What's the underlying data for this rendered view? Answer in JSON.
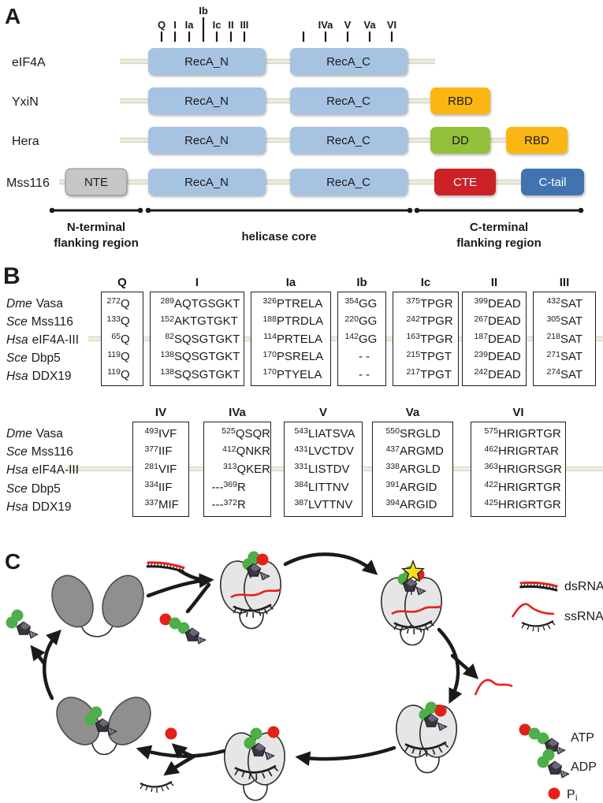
{
  "panels": {
    "a": "A",
    "b": "B",
    "c": "C"
  },
  "colors": {
    "recA": "#a7c3e2",
    "rbd": "#fcb614",
    "dd": "#93c13c",
    "cte": "#cb2127",
    "ctail": "#4173b0",
    "nte": "#c6c6c6",
    "backbone": "#eeeadb",
    "protein_dark": "#8f8f8f",
    "protein_light": "#e6e6e6",
    "atp_green": "#4eae47",
    "atp_red": "#e32119",
    "rna_red": "#e8211d",
    "star_yellow": "#f5e01a"
  },
  "panelA": {
    "ticks_n": {
      "q": "Q",
      "i": "I",
      "ia": "Ia",
      "ib": "Ib",
      "ic": "Ic",
      "ii": "II",
      "iii": "III"
    },
    "ticks_c": {
      "iva": "IVa",
      "v": "V",
      "va": "Va",
      "vi": "VI"
    },
    "rows": [
      {
        "name": "eIF4A",
        "recan": "RecA_N",
        "recac": "RecA_C"
      },
      {
        "name": "YxiN",
        "recan": "RecA_N",
        "recac": "RecA_C",
        "rbd": "RBD"
      },
      {
        "name": "Hera",
        "recan": "RecA_N",
        "recac": "RecA_C",
        "dd": "DD",
        "rbd": "RBD"
      },
      {
        "name": "Mss116",
        "nte": "NTE",
        "recan": "RecA_N",
        "recac": "RecA_C",
        "cte": "CTE",
        "ctail": "C-tail"
      }
    ],
    "brackets": {
      "n1": "N-terminal",
      "n2": "flanking region",
      "core": "helicase core",
      "c1": "C-terminal",
      "c2": "flanking region"
    }
  },
  "panelB": {
    "species": [
      {
        "prefix": "Dme",
        "name": "Vasa"
      },
      {
        "prefix": "Sce",
        "name": "Mss116"
      },
      {
        "prefix": "Hsa",
        "name": "eIF4A-III"
      },
      {
        "prefix": "Sce",
        "name": "Dbp5"
      },
      {
        "prefix": "Hsa",
        "name": "DDX19"
      }
    ],
    "table1": {
      "q": {
        "header": "Q",
        "cells": [
          {
            "sup": "272",
            "seq": "Q"
          },
          {
            "sup": "133",
            "seq": "Q"
          },
          {
            "sup": "65",
            "seq": "Q"
          },
          {
            "sup": "119",
            "seq": "Q"
          },
          {
            "sup": "119",
            "seq": "Q"
          }
        ]
      },
      "i": {
        "header": "I",
        "cells": [
          {
            "sup": "289",
            "seq": "AQTGSGKT"
          },
          {
            "sup": "152",
            "seq": "AKTGTGKT"
          },
          {
            "sup": "82",
            "seq": "SQSGTGKT"
          },
          {
            "sup": "138",
            "seq": "SQSGTGKT"
          },
          {
            "sup": "138",
            "seq": "SQSGTGKT"
          }
        ]
      },
      "ia": {
        "header": "Ia",
        "cells": [
          {
            "sup": "326",
            "seq": "PTRELA"
          },
          {
            "sup": "188",
            "seq": "PTRDLA"
          },
          {
            "sup": "114",
            "seq": "PRTELA"
          },
          {
            "sup": "170",
            "seq": "PSRELA"
          },
          {
            "sup": "170",
            "seq": "PTYELA"
          }
        ]
      },
      "ib": {
        "header": "Ib",
        "cells": [
          {
            "sup": "354",
            "seq": "GG"
          },
          {
            "sup": "220",
            "seq": "GG"
          },
          {
            "sup": "142",
            "seq": "GG"
          },
          {
            "sup": "",
            "seq": "- -"
          },
          {
            "sup": "",
            "seq": "- -"
          }
        ]
      },
      "ic": {
        "header": "Ic",
        "cells": [
          {
            "sup": "375",
            "seq": "TPGR"
          },
          {
            "sup": "242",
            "seq": "TPGR"
          },
          {
            "sup": "163",
            "seq": "TPGR"
          },
          {
            "sup": "215",
            "seq": "TPGT"
          },
          {
            "sup": "217",
            "seq": "TPGT"
          }
        ]
      },
      "ii": {
        "header": "II",
        "cells": [
          {
            "sup": "399",
            "seq": "DEAD"
          },
          {
            "sup": "267",
            "seq": "DEAD"
          },
          {
            "sup": "187",
            "seq": "DEAD"
          },
          {
            "sup": "239",
            "seq": "DEAD"
          },
          {
            "sup": "242",
            "seq": "DEAD"
          }
        ]
      },
      "iii": {
        "header": "III",
        "cells": [
          {
            "sup": "432",
            "seq": "SAT"
          },
          {
            "sup": "305",
            "seq": "SAT"
          },
          {
            "sup": "218",
            "seq": "SAT"
          },
          {
            "sup": "271",
            "seq": "SAT"
          },
          {
            "sup": "274",
            "seq": "SAT"
          }
        ]
      }
    },
    "table2": {
      "iv": {
        "header": "IV",
        "cells": [
          {
            "sup": "493",
            "seq": "IVF"
          },
          {
            "sup": "377",
            "seq": "IIF"
          },
          {
            "sup": "281",
            "seq": "VIF"
          },
          {
            "sup": "334",
            "seq": "IIF"
          },
          {
            "sup": "337",
            "seq": "MIF"
          }
        ]
      },
      "iva": {
        "header": "IVa",
        "cells": [
          {
            "sup": "525",
            "seq": "QSQR"
          },
          {
            "sup": "412",
            "seq": "QNKR"
          },
          {
            "sup": "313",
            "seq": "QKER"
          },
          {
            "pre": "---",
            "sup": "369",
            "seq": "R"
          },
          {
            "pre": "---",
            "sup": "372",
            "seq": "R"
          }
        ]
      },
      "v": {
        "header": "V",
        "cells": [
          {
            "sup": "543",
            "seq": "LIATSVA"
          },
          {
            "sup": "431",
            "seq": "LVCTDV"
          },
          {
            "sup": "331",
            "seq": "LISTDV"
          },
          {
            "sup": "384",
            "seq": "LITTNV"
          },
          {
            "sup": "387",
            "seq": "LVTTNV"
          }
        ]
      },
      "va": {
        "header": "Va",
        "cells": [
          {
            "sup": "550",
            "seq": "SRGLD"
          },
          {
            "sup": "437",
            "seq": "ARGMD"
          },
          {
            "sup": "338",
            "seq": "ARGLD"
          },
          {
            "sup": "391",
            "seq": "ARGID"
          },
          {
            "sup": "394",
            "seq": "ARGID"
          }
        ]
      },
      "vi": {
        "header": "VI",
        "cells": [
          {
            "sup": "575",
            "seq": "HRIGRTGR"
          },
          {
            "sup": "462",
            "seq": "HRIGRTAR"
          },
          {
            "sup": "363",
            "seq": "HRIGRSGR"
          },
          {
            "sup": "422",
            "seq": "HRIGRTGR"
          },
          {
            "sup": "425",
            "seq": "HRIGRTGR"
          }
        ]
      }
    }
  },
  "panelC": {
    "legend": {
      "dsrna": "dsRNA",
      "ssrna": "ssRNA",
      "atp": "ATP",
      "adp": "ADP",
      "pi": "P",
      "pi_sub": "i"
    }
  }
}
